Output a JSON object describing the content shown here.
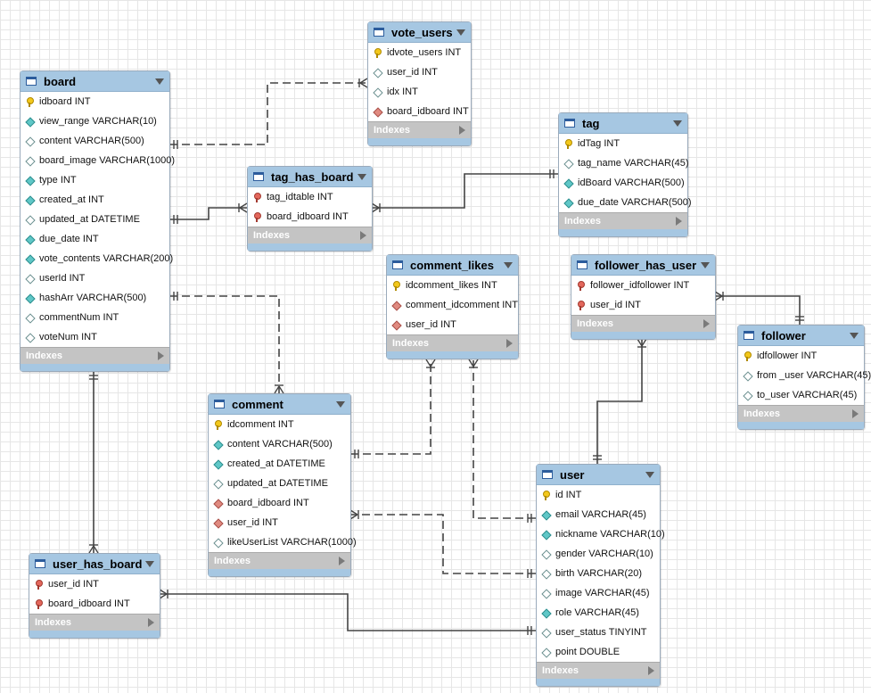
{
  "tables": {
    "vote_users": {
      "name": "vote_users",
      "columns": [
        {
          "text": "idvote_users INT",
          "icon": "pk"
        },
        {
          "text": "user_id INT",
          "icon": "col"
        },
        {
          "text": "idx INT",
          "icon": "col"
        },
        {
          "text": "board_idboard INT",
          "icon": "fkcol"
        }
      ],
      "footer": "Indexes"
    },
    "board": {
      "name": "board",
      "columns": [
        {
          "text": "idboard INT",
          "icon": "pk"
        },
        {
          "text": "view_range VARCHAR(10)",
          "icon": "nn"
        },
        {
          "text": "content VARCHAR(500)",
          "icon": "col"
        },
        {
          "text": "board_image VARCHAR(1000)",
          "icon": "col"
        },
        {
          "text": "type INT",
          "icon": "nn"
        },
        {
          "text": "created_at INT",
          "icon": "nn"
        },
        {
          "text": "updated_at DATETIME",
          "icon": "col"
        },
        {
          "text": "due_date INT",
          "icon": "nn"
        },
        {
          "text": "vote_contents VARCHAR(200)",
          "icon": "nn"
        },
        {
          "text": "userId INT",
          "icon": "col"
        },
        {
          "text": "hashArr VARCHAR(500)",
          "icon": "nn"
        },
        {
          "text": "commentNum INT",
          "icon": "col"
        },
        {
          "text": "voteNum INT",
          "icon": "col"
        }
      ],
      "footer": "Indexes"
    },
    "tag": {
      "name": "tag",
      "columns": [
        {
          "text": "idTag INT",
          "icon": "pk"
        },
        {
          "text": "tag_name VARCHAR(45)",
          "icon": "col"
        },
        {
          "text": "idBoard VARCHAR(500)",
          "icon": "nn"
        },
        {
          "text": "due_date VARCHAR(500)",
          "icon": "nn"
        }
      ],
      "footer": "Indexes"
    },
    "tag_has_board": {
      "name": "tag_has_board",
      "columns": [
        {
          "text": "tag_idtable INT",
          "icon": "fk"
        },
        {
          "text": "board_idboard INT",
          "icon": "fk"
        }
      ],
      "footer": "Indexes"
    },
    "comment_likes": {
      "name": "comment_likes",
      "columns": [
        {
          "text": "idcomment_likes INT",
          "icon": "pk"
        },
        {
          "text": "comment_idcomment INT",
          "icon": "fkcol"
        },
        {
          "text": "user_id INT",
          "icon": "fkcol"
        }
      ],
      "footer": "Indexes"
    },
    "follower_has_user": {
      "name": "follower_has_user",
      "columns": [
        {
          "text": "follower_idfollower INT",
          "icon": "fk"
        },
        {
          "text": "user_id INT",
          "icon": "fk"
        }
      ],
      "footer": "Indexes"
    },
    "follower": {
      "name": "follower",
      "columns": [
        {
          "text": "idfollower INT",
          "icon": "pk"
        },
        {
          "text": "from _user VARCHAR(45)",
          "icon": "col"
        },
        {
          "text": "to_user VARCHAR(45)",
          "icon": "col"
        }
      ],
      "footer": "Indexes"
    },
    "comment": {
      "name": "comment",
      "columns": [
        {
          "text": "idcomment INT",
          "icon": "pk"
        },
        {
          "text": "content VARCHAR(500)",
          "icon": "nn"
        },
        {
          "text": "created_at DATETIME",
          "icon": "nn"
        },
        {
          "text": "updated_at DATETIME",
          "icon": "col"
        },
        {
          "text": "board_idboard INT",
          "icon": "fkcol"
        },
        {
          "text": "user_id INT",
          "icon": "fkcol"
        },
        {
          "text": "likeUserList VARCHAR(1000)",
          "icon": "col"
        }
      ],
      "footer": "Indexes"
    },
    "user": {
      "name": "user",
      "columns": [
        {
          "text": "id INT",
          "icon": "pk"
        },
        {
          "text": "email VARCHAR(45)",
          "icon": "nn"
        },
        {
          "text": "nickname VARCHAR(10)",
          "icon": "nn"
        },
        {
          "text": "gender VARCHAR(10)",
          "icon": "col"
        },
        {
          "text": "birth VARCHAR(20)",
          "icon": "col"
        },
        {
          "text": "image VARCHAR(45)",
          "icon": "col"
        },
        {
          "text": "role VARCHAR(45)",
          "icon": "nn"
        },
        {
          "text": "user_status TINYINT",
          "icon": "col"
        },
        {
          "text": "point DOUBLE",
          "icon": "col"
        }
      ],
      "footer": "Indexes"
    },
    "user_has_board": {
      "name": "user_has_board",
      "columns": [
        {
          "text": "user_id INT",
          "icon": "fk"
        },
        {
          "text": "board_idboard INT",
          "icon": "fk"
        }
      ],
      "footer": "Indexes"
    }
  },
  "relationships": [
    {
      "from": "board",
      "to": "vote_users",
      "style": "dashed"
    },
    {
      "from": "board",
      "to": "tag_has_board",
      "style": "solid"
    },
    {
      "from": "tag",
      "to": "tag_has_board",
      "style": "solid"
    },
    {
      "from": "board",
      "to": "comment",
      "style": "dashed"
    },
    {
      "from": "board",
      "to": "user_has_board",
      "style": "solid"
    },
    {
      "from": "user",
      "to": "user_has_board",
      "style": "solid"
    },
    {
      "from": "user",
      "to": "comment",
      "style": "dashed"
    },
    {
      "from": "comment",
      "to": "comment_likes",
      "style": "dashed"
    },
    {
      "from": "user",
      "to": "comment_likes",
      "style": "dashed"
    },
    {
      "from": "user",
      "to": "follower_has_user",
      "style": "solid"
    },
    {
      "from": "follower",
      "to": "follower_has_user",
      "style": "solid"
    }
  ]
}
